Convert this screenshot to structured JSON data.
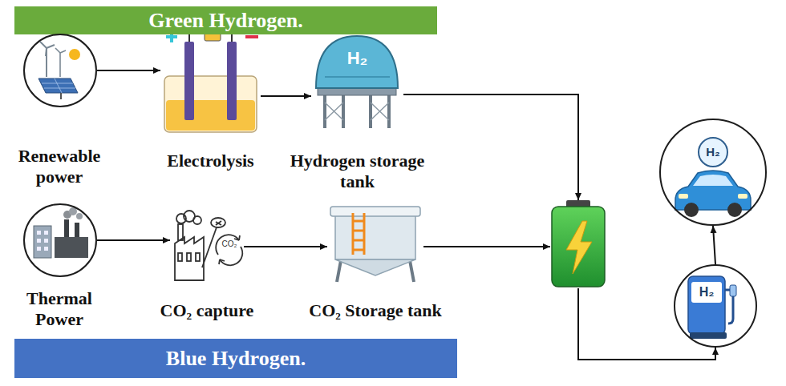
{
  "diagram": {
    "nodes": [
      {
        "text": [
          "Green Hydrogen."
        ]
      },
      {
        "text": [
          "Renewable power"
        ]
      },
      {
        "text": [
          "Electrolysis"
        ]
      },
      {
        "text": [
          "H₂",
          "Hydrogen storage tank"
        ]
      },
      {
        "text": [
          "H₂"
        ]
      },
      {
        "text": [
          "Thermal Power"
        ]
      },
      {
        "text": [
          "CO₂ capture"
        ]
      },
      {
        "text": [
          "CO₂ Storage tank"
        ]
      },
      {
        "text": []
      },
      {
        "text": [
          "H₂"
        ]
      },
      {
        "text": [
          "Blue Hydrogen."
        ]
      }
    ],
    "edges": [
      {
        "from": 1,
        "to": 2,
        "arrow": "to"
      },
      {
        "from": 2,
        "to": 3,
        "arrow": "to"
      },
      {
        "from": 3,
        "to": 8,
        "arrow": "to"
      },
      {
        "from": 5,
        "to": 6,
        "arrow": "to"
      },
      {
        "from": 6,
        "to": 7,
        "arrow": "to"
      },
      {
        "from": 7,
        "to": 8,
        "arrow": "to"
      },
      {
        "from": 8,
        "to": 9,
        "arrow": "to"
      },
      {
        "from": 9,
        "to": 4,
        "arrow": "to"
      }
    ],
    "labels": [
      "CO₂"
    ]
  }
}
